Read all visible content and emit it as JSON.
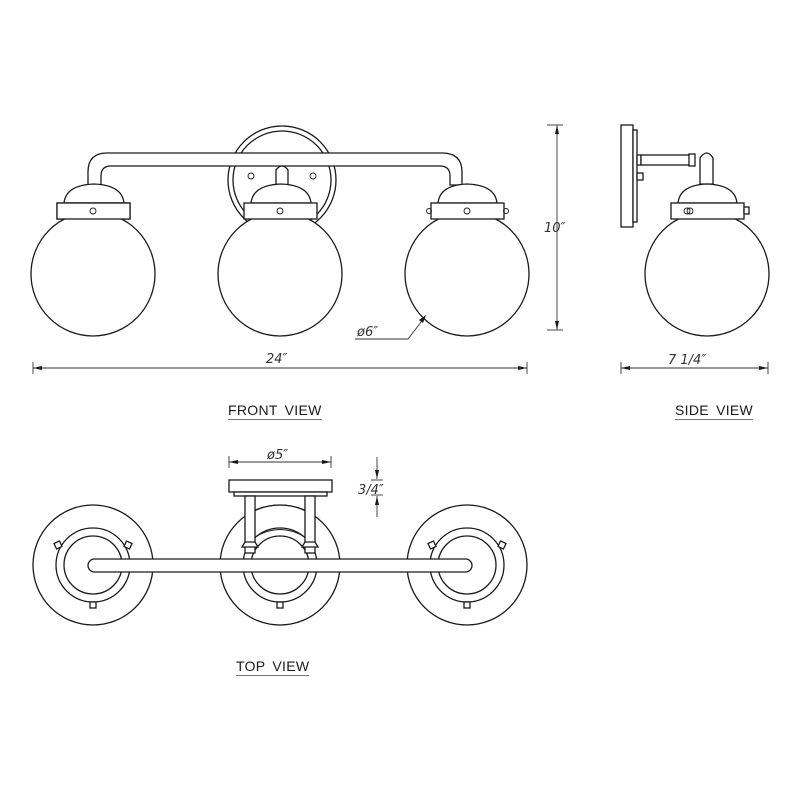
{
  "drawing": {
    "views": {
      "front": {
        "label": "FRONT VIEW"
      },
      "side": {
        "label": "SIDE VIEW"
      },
      "top": {
        "label": "TOP VIEW"
      }
    },
    "dimensions": {
      "overall_width": "24″",
      "overall_height": "10″",
      "globe_diameter": "ø6″",
      "extension": "7 1/4″",
      "backplate_diameter": "ø5″",
      "backplate_depth": "3/4″"
    },
    "colors": {
      "line": "#1a1a1a",
      "background": "#ffffff",
      "underline": "#777777"
    }
  }
}
